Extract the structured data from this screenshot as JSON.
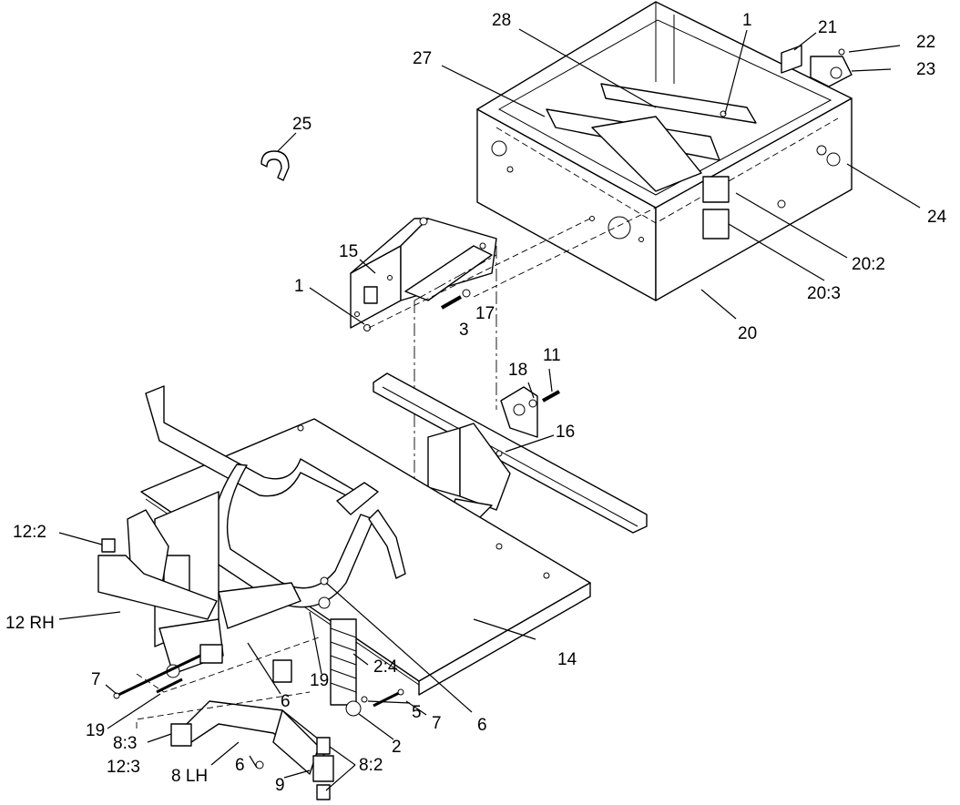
{
  "callouts": [
    {
      "id": "c28",
      "text": "28"
    },
    {
      "id": "c1a",
      "text": "1"
    },
    {
      "id": "c21",
      "text": "21"
    },
    {
      "id": "c22",
      "text": "22"
    },
    {
      "id": "c23",
      "text": "23"
    },
    {
      "id": "c27",
      "text": "27"
    },
    {
      "id": "c25",
      "text": "25"
    },
    {
      "id": "c24",
      "text": "24"
    },
    {
      "id": "c15",
      "text": "15"
    },
    {
      "id": "c20_2",
      "text": "20:2"
    },
    {
      "id": "c1b",
      "text": "1"
    },
    {
      "id": "c20_3",
      "text": "20:3"
    },
    {
      "id": "c17",
      "text": "17"
    },
    {
      "id": "c3",
      "text": "3"
    },
    {
      "id": "c20",
      "text": "20"
    },
    {
      "id": "c18",
      "text": "18"
    },
    {
      "id": "c11",
      "text": "11"
    },
    {
      "id": "c16",
      "text": "16"
    },
    {
      "id": "c12_2",
      "text": "12:2"
    },
    {
      "id": "c12rh",
      "text": "12 RH"
    },
    {
      "id": "c14",
      "text": "14"
    },
    {
      "id": "c2_4",
      "text": "2:4"
    },
    {
      "id": "c19a",
      "text": "19"
    },
    {
      "id": "c7a",
      "text": "7"
    },
    {
      "id": "c6a",
      "text": "6"
    },
    {
      "id": "c7b",
      "text": "7"
    },
    {
      "id": "c6b",
      "text": "6"
    },
    {
      "id": "c19b",
      "text": "19"
    },
    {
      "id": "c5",
      "text": "5"
    },
    {
      "id": "c2",
      "text": "2"
    },
    {
      "id": "c8_3",
      "text": "8:3"
    },
    {
      "id": "c12_3",
      "text": "12:3"
    },
    {
      "id": "c8lh",
      "text": "8 LH"
    },
    {
      "id": "c6c",
      "text": "6"
    },
    {
      "id": "c9",
      "text": "9"
    },
    {
      "id": "c8_2",
      "text": "8:2"
    }
  ]
}
